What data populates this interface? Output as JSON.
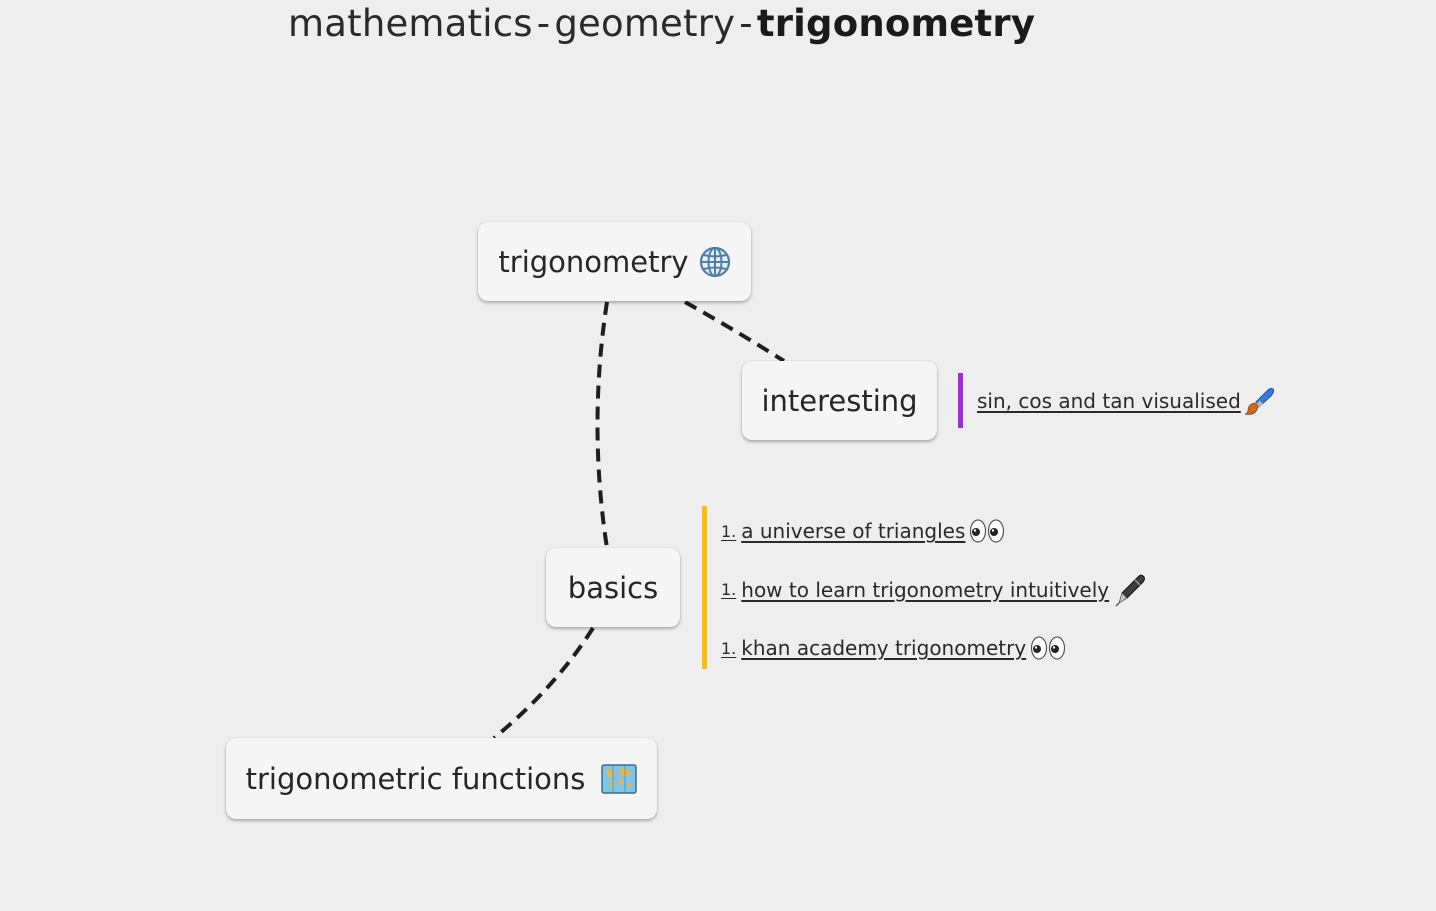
{
  "breadcrumb": {
    "items": [
      "mathematics",
      "geometry"
    ],
    "current": "trigonometry",
    "separator": "-"
  },
  "nodes": {
    "root": {
      "label": "trigonometry",
      "icon": "globe-icon"
    },
    "interesting": {
      "label": "interesting"
    },
    "basics": {
      "label": "basics"
    },
    "functions": {
      "label": "trigonometric functions",
      "icon": "world-map-icon"
    }
  },
  "interesting_links": {
    "accent_color": "#a42bdc",
    "items": [
      {
        "text": "sin, cos and tan visualised ",
        "icon": "paintbrush-icon"
      }
    ]
  },
  "basics_links": {
    "accent_color": "#fbbd10",
    "items": [
      {
        "number": "1.",
        "text": "a universe of triangles ",
        "icon": "eyes-icon"
      },
      {
        "number": "1.",
        "text": "how to learn trigonometry intuitively ",
        "icon": "pen-icon"
      },
      {
        "number": "1.",
        "text": "khan academy trigonometry ",
        "icon": "eyes-icon"
      }
    ]
  }
}
